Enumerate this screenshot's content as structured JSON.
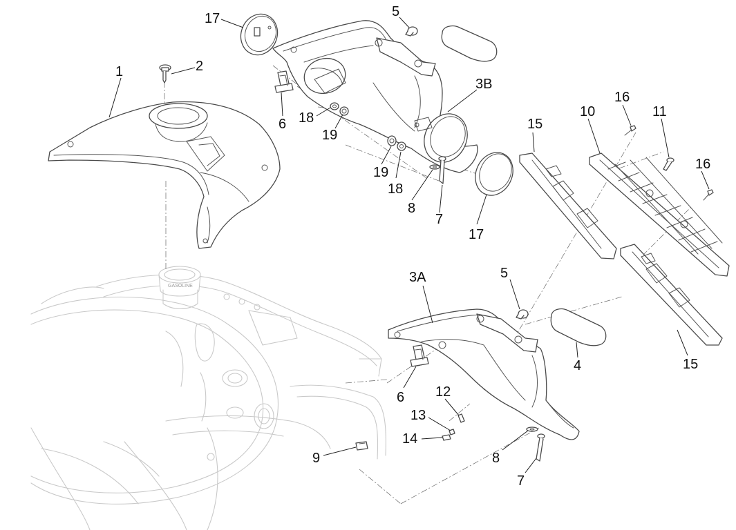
{
  "diagram": {
    "callouts": [
      {
        "id": "c1",
        "text": "1"
      },
      {
        "id": "c2",
        "text": "2"
      },
      {
        "id": "c17a",
        "text": "17"
      },
      {
        "id": "c5a",
        "text": "5"
      },
      {
        "id": "c3b",
        "text": "3B"
      },
      {
        "id": "c6a",
        "text": "6"
      },
      {
        "id": "c18a",
        "text": "18"
      },
      {
        "id": "c19a",
        "text": "19"
      },
      {
        "id": "c19b",
        "text": "19"
      },
      {
        "id": "c18b",
        "text": "18"
      },
      {
        "id": "c8a",
        "text": "8"
      },
      {
        "id": "c7a",
        "text": "7"
      },
      {
        "id": "c17b",
        "text": "17"
      },
      {
        "id": "c15a",
        "text": "15"
      },
      {
        "id": "c10",
        "text": "10"
      },
      {
        "id": "c16a",
        "text": "16"
      },
      {
        "id": "c11",
        "text": "11"
      },
      {
        "id": "c16b",
        "text": "16"
      },
      {
        "id": "c3a",
        "text": "3A"
      },
      {
        "id": "c5b",
        "text": "5"
      },
      {
        "id": "c4",
        "text": "4"
      },
      {
        "id": "c15b",
        "text": "15"
      },
      {
        "id": "c6b",
        "text": "6"
      },
      {
        "id": "c12",
        "text": "12"
      },
      {
        "id": "c13",
        "text": "13"
      },
      {
        "id": "c14",
        "text": "14"
      },
      {
        "id": "c9",
        "text": "9"
      },
      {
        "id": "c8b",
        "text": "8"
      },
      {
        "id": "c7b",
        "text": "7"
      }
    ],
    "fuel_cap_text": "GASOLINE"
  }
}
